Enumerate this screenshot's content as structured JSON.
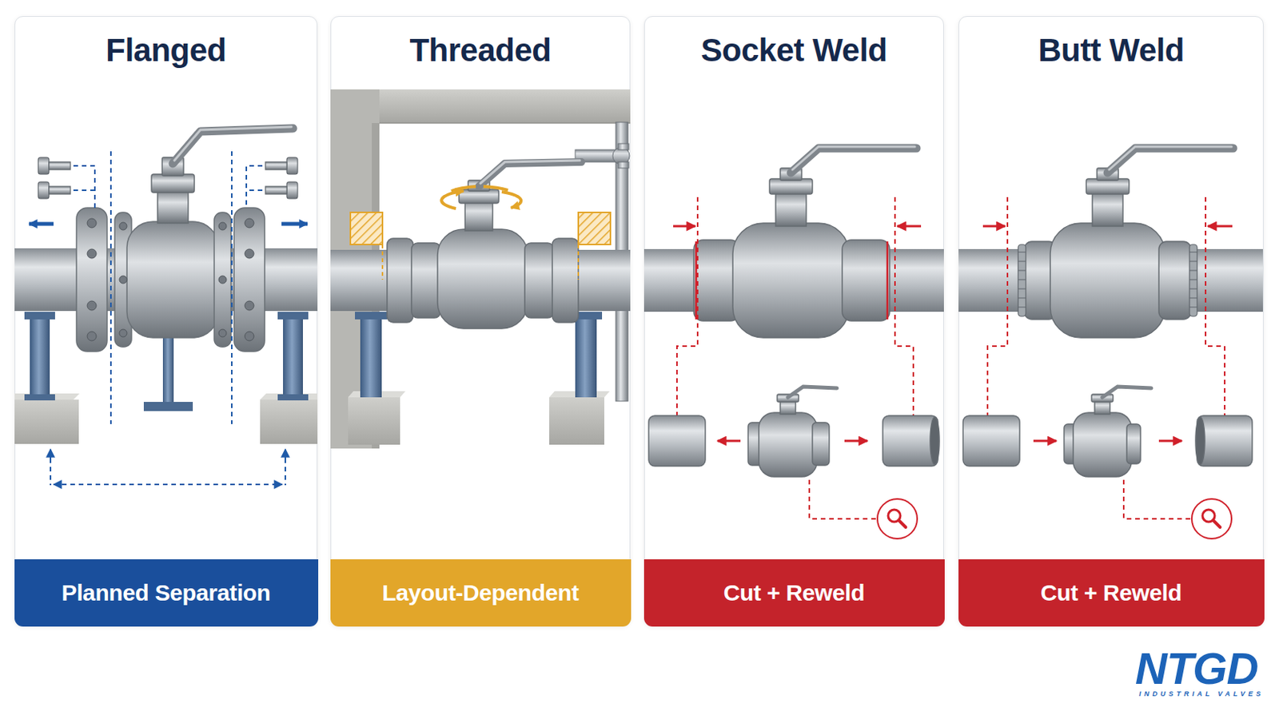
{
  "diagram": {
    "nodes": [
      {
        "text": [
          "Flanged"
        ]
      },
      {
        "text": [
          "Planned Separation"
        ],
        "in": 0
      },
      {
        "text": [
          "Threaded"
        ]
      },
      {
        "text": [
          "Layout-Dependent"
        ],
        "in": 2
      },
      {
        "text": [
          "Socket Weld"
        ]
      },
      {
        "text": [
          "Cut + Reweld"
        ],
        "in": 4
      },
      {
        "text": [
          "Butt Weld"
        ]
      },
      {
        "text": [
          "Cut + Reweld"
        ],
        "in": 6
      }
    ],
    "labels": [
      "NTGD",
      "INDUSTRIAL VALVES"
    ]
  }
}
